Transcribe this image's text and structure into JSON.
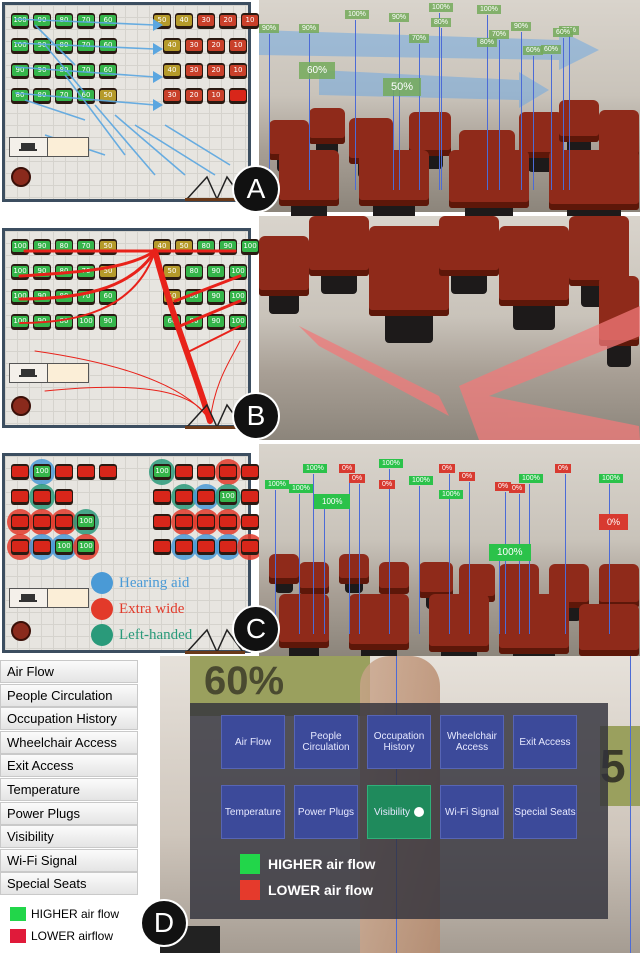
{
  "labels": {
    "a": "A",
    "b": "B",
    "c": "C",
    "d": "D"
  },
  "panel_a": {
    "rows": [
      [
        "100",
        "90",
        "80",
        "70",
        "60",
        "50",
        "40",
        "30",
        "20",
        "10"
      ],
      [
        "100",
        "90",
        "80",
        "70",
        "60",
        "40",
        "30",
        "20",
        "10"
      ],
      [
        "90",
        "90",
        "80",
        "70",
        "60",
        "40",
        "30",
        "20",
        "10"
      ],
      [
        "80",
        "80",
        "70",
        "60",
        "50",
        "30",
        "20",
        "10",
        ""
      ]
    ],
    "ar_labels": [
      "100%",
      "100%",
      "100%",
      "90%",
      "90%",
      "90%",
      "80%",
      "90%",
      "80%",
      "70%",
      "70%",
      "70%",
      "60%",
      "60%",
      "60%",
      "60%",
      "50%"
    ]
  },
  "panel_b": {
    "rows": [
      [
        "100",
        "90",
        "80",
        "70",
        "50",
        "40",
        "50",
        "80",
        "90",
        "100"
      ],
      [
        "100",
        "90",
        "80",
        "70",
        "50",
        "50",
        "80",
        "90",
        "100"
      ],
      [
        "100",
        "90",
        "80",
        "70",
        "60",
        "50",
        "80",
        "90",
        "100"
      ],
      [
        "100",
        "90",
        "80",
        "100",
        "90",
        "60",
        "80",
        "90",
        "100"
      ]
    ]
  },
  "panel_c": {
    "legend": [
      {
        "label": "Hearing aid",
        "color": "#4a9ad6"
      },
      {
        "label": "Extra wide",
        "color": "#e23a2a"
      },
      {
        "label": "Left-handed",
        "color": "#2a9a7a"
      }
    ],
    "seat_labels": [
      "100",
      "100",
      "100",
      "100",
      "100",
      "100"
    ],
    "ar_labels": [
      "100%",
      "0%",
      "100%",
      "0%",
      "100%",
      "100%",
      "0%",
      "100%",
      "0%",
      "100%",
      "0%",
      "100%",
      "0%",
      "0%",
      "100%",
      "0%",
      "100%",
      "100%",
      "0%"
    ]
  },
  "panel_d": {
    "menu": [
      "Air Flow",
      "People Circulation",
      "Occupation History",
      "Wheelchair Access",
      "Exit Access",
      "Temperature",
      "Power Plugs",
      "Visibility",
      "Wi-Fi Signal",
      "Special Seats"
    ],
    "legend_higher": "HIGHER air flow",
    "legend_lower": "LOWER airflow",
    "colors": {
      "higher": "#22d64a",
      "lower": "#e01a3a"
    },
    "bg_label": "60%",
    "bg_label_right": "5",
    "hololens": {
      "buttons": [
        "Air Flow",
        "People Circulation",
        "Occupation History",
        "Wheelchair Access",
        "Exit Access",
        "Temperature",
        "Power Plugs",
        "Visibility",
        "Wi-Fi Signal",
        "Special Seats"
      ],
      "selected": "Visibility",
      "legend_higher": "HIGHER air flow",
      "legend_lower": "LOWER air flow"
    }
  }
}
